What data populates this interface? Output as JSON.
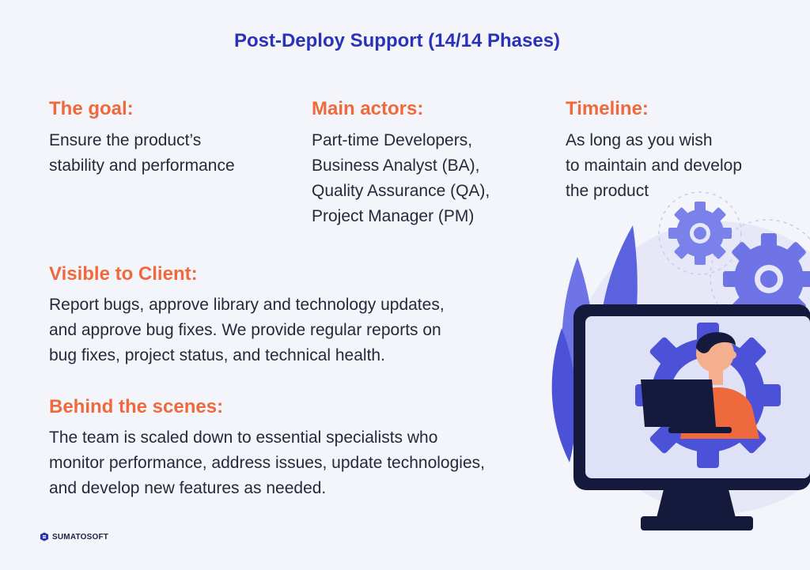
{
  "page": {
    "title": "Post-Deploy Support (14/14 Phases)"
  },
  "goal": {
    "heading": "The goal:",
    "lines": [
      "Ensure the product’s",
      "stability and performance"
    ]
  },
  "actors": {
    "heading": "Main actors:",
    "lines": [
      "Part-time Developers,",
      "Business Analyst (BA),",
      "Quality Assurance (QA),",
      "Project Manager (PM)"
    ]
  },
  "timeline": {
    "heading": "Timeline:",
    "lines": [
      "As long as you wish",
      "to maintain and develop",
      "the product"
    ]
  },
  "visible": {
    "heading": "Visible to Client:",
    "lines": [
      "Report bugs, approve library and technology updates,",
      "and approve bug fixes. We provide regular reports on",
      "bug fixes, project status, and technical health."
    ]
  },
  "behind": {
    "heading": "Behind the scenes:",
    "lines": [
      "The team is scaled down to essential specialists who",
      "monitor performance, address issues, update technologies,",
      "and develop new features as needed."
    ]
  },
  "brand": {
    "name": "SUMATOSOFT"
  },
  "colors": {
    "title": "#2a33b8",
    "heading": "#ee6a3d",
    "body": "#242a3a",
    "background": "#f4f5fb",
    "accent_blue": "#4b52d8"
  },
  "icons": {
    "illustration": "developer-at-monitor-with-gears-illustration",
    "logo": "sumatosoft-logo-icon"
  }
}
